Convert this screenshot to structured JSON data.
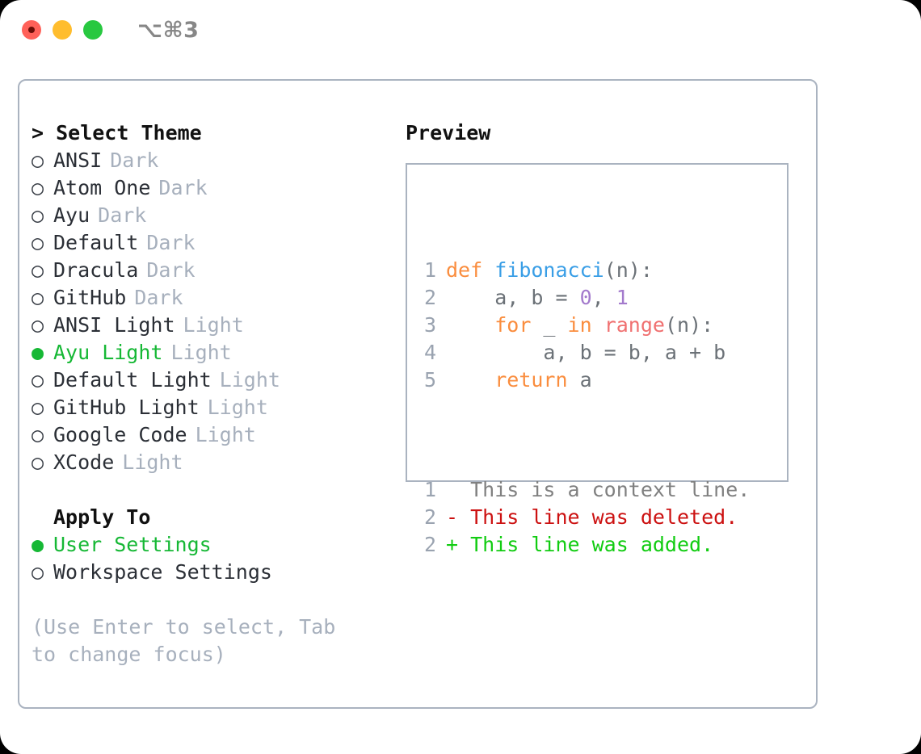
{
  "titlebar": {
    "shortcut": "⌥⌘3",
    "buttons": [
      "close",
      "minimize",
      "maximize"
    ]
  },
  "left": {
    "heading": "> Select Theme",
    "themes": [
      {
        "marker": "○",
        "name": "ANSI",
        "category": "Dark",
        "selected": false
      },
      {
        "marker": "○",
        "name": "Atom One",
        "category": "Dark",
        "selected": false
      },
      {
        "marker": "○",
        "name": "Ayu",
        "category": "Dark",
        "selected": false
      },
      {
        "marker": "○",
        "name": "Default",
        "category": "Dark",
        "selected": false
      },
      {
        "marker": "○",
        "name": "Dracula",
        "category": "Dark",
        "selected": false
      },
      {
        "marker": "○",
        "name": "GitHub",
        "category": "Dark",
        "selected": false
      },
      {
        "marker": "○",
        "name": "ANSI Light",
        "category": "Light",
        "selected": false
      },
      {
        "marker": "●",
        "name": "Ayu Light",
        "category": "Light",
        "selected": true
      },
      {
        "marker": "○",
        "name": "Default Light",
        "category": "Light",
        "selected": false
      },
      {
        "marker": "○",
        "name": "GitHub Light",
        "category": "Light",
        "selected": false
      },
      {
        "marker": "○",
        "name": "Google Code",
        "category": "Light",
        "selected": false
      },
      {
        "marker": "○",
        "name": "XCode",
        "category": "Light",
        "selected": false
      }
    ],
    "apply_to_label": "Apply To",
    "apply_to_options": [
      {
        "marker": "●",
        "name": "User Settings",
        "selected": true
      },
      {
        "marker": "○",
        "name": "Workspace Settings",
        "selected": false
      }
    ],
    "help_text": "(Use Enter to select, Tab to change focus)"
  },
  "right": {
    "preview_title": "Preview",
    "code_lines": [
      {
        "number": "1",
        "tokens": [
          {
            "text": "def ",
            "kind": "kw"
          },
          {
            "text": "fibonacci",
            "kind": "fn"
          },
          {
            "text": "(n):",
            "kind": "plain"
          }
        ]
      },
      {
        "number": "2",
        "tokens": [
          {
            "text": "    a, b = ",
            "kind": "plain"
          },
          {
            "text": "0",
            "kind": "num"
          },
          {
            "text": ", ",
            "kind": "plain"
          },
          {
            "text": "1",
            "kind": "num"
          }
        ]
      },
      {
        "number": "3",
        "tokens": [
          {
            "text": "    ",
            "kind": "plain"
          },
          {
            "text": "for",
            "kind": "kw"
          },
          {
            "text": " _ ",
            "kind": "plain"
          },
          {
            "text": "in",
            "kind": "kw"
          },
          {
            "text": " ",
            "kind": "plain"
          },
          {
            "text": "range",
            "kind": "builtin"
          },
          {
            "text": "(n):",
            "kind": "plain"
          }
        ]
      },
      {
        "number": "4",
        "tokens": [
          {
            "text": "        a, b = b, a + b",
            "kind": "plain"
          }
        ]
      },
      {
        "number": "5",
        "tokens": [
          {
            "text": "    ",
            "kind": "plain"
          },
          {
            "text": "return",
            "kind": "kw"
          },
          {
            "text": " a",
            "kind": "plain"
          }
        ]
      }
    ],
    "diff_lines": [
      {
        "number": "1",
        "sign": " ",
        "text": " This is a context line.",
        "kind": "ctx"
      },
      {
        "number": "2",
        "sign": "-",
        "text": " This line was deleted.",
        "kind": "del"
      },
      {
        "number": "2",
        "sign": "+",
        "text": " This line was added.",
        "kind": "add"
      }
    ]
  },
  "colors": {
    "accent_green": "#16b835",
    "muted": "#a7b0bd",
    "keyword": "#fa8d3e",
    "function": "#399ee6",
    "number": "#a37acc",
    "builtin": "#f07171",
    "diff_delete": "#cc1111",
    "diff_add": "#11cc11",
    "border": "#aab3c0"
  }
}
